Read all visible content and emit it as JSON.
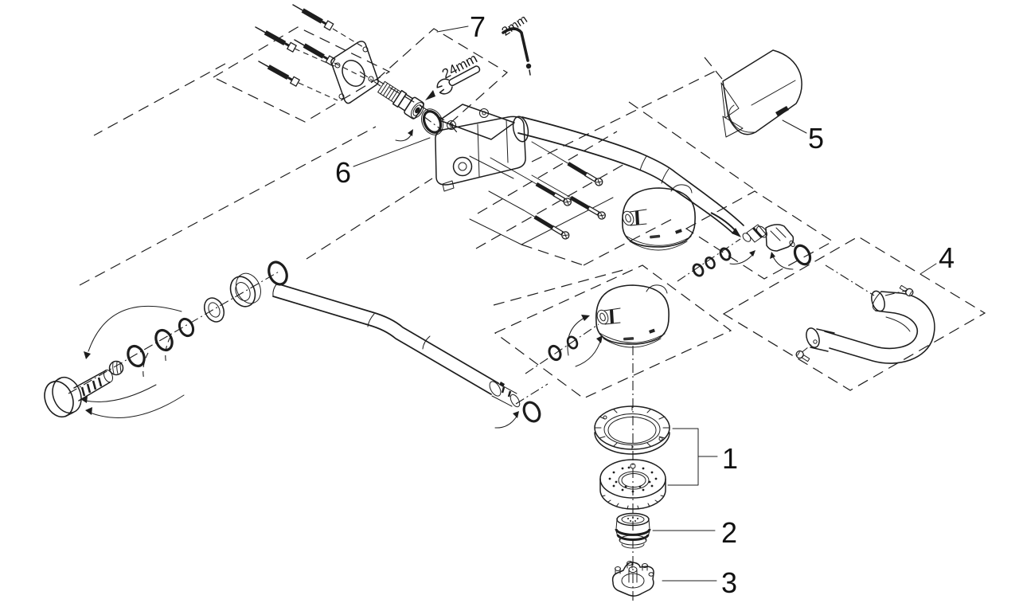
{
  "colors": {
    "background": "#ffffff",
    "line": "#1d1d1d",
    "label": "#111111"
  },
  "callouts": {
    "part1": "1",
    "part2": "2",
    "part3": "3",
    "part4": "4",
    "part5": "5",
    "part6": "6",
    "part7": "7"
  },
  "annotations": {
    "hex_key_size": "2mm",
    "wrench_size": "24mm"
  }
}
